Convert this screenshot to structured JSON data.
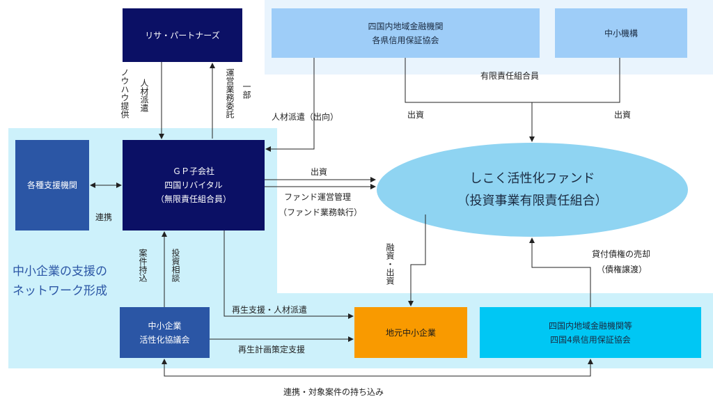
{
  "boxes": {
    "lisa": "リサ・パートナーズ",
    "shikoku_fin_line1": "四国内地域金融機関",
    "shikoku_fin_line2": "各県信用保証協会",
    "smrj": "中小機構",
    "gp_line1": "ＧＰ子会社",
    "gp_line2": "四国リバイタル",
    "gp_line3": "（無限責任組合員）",
    "support": "各種支援機関",
    "fund_line1": "しこく活性化ファンド",
    "fund_line2": "（投資事業有限責任組合）",
    "council_line1": "中小企業",
    "council_line2": "活性化協議会",
    "local_sme": "地元中小企業",
    "regional_fin_line1": "四国内地域金融機関等",
    "regional_fin_line2": "四国4県信用保証協会"
  },
  "labels": {
    "limited_partners": "有限責任組合員",
    "investment_left": "出資",
    "investment_right": "出資",
    "staff_dispatch_secondment": "人材派遣（出向）",
    "know_how": "ノウハウ提供",
    "staff_dispatch": "人材派遣",
    "operation_outsource": "運営業務委託",
    "partial": "一部",
    "gp_investment": "出資",
    "fund_mgmt": "ファンド運営管理",
    "fund_exec": "（ファンド業務執行）",
    "cooperation": "連携",
    "case_bring": "案件持込",
    "consult": "投資相談",
    "financing": "融資・出資",
    "loan_sale": "貸付債権の売却",
    "loan_assign": "（債権譲渡）",
    "revival_support": "再生支援・人材派遣",
    "plan_support": "再生計画策定支援",
    "bottom": "連携・対象案件の持ち込み",
    "network_line1": "中小企業の支援の",
    "network_line2": "ネットワーク形成"
  },
  "colors": {
    "navy": "#0b1065",
    "mid_blue": "#2b56a5",
    "light_blue": "#9ecdf8",
    "cyan": "#00c7f4",
    "orange": "#f99a00",
    "ellipse": "#8fd4f2",
    "network_band": "#cdf1fb",
    "top_band": "#e9f4fd"
  }
}
